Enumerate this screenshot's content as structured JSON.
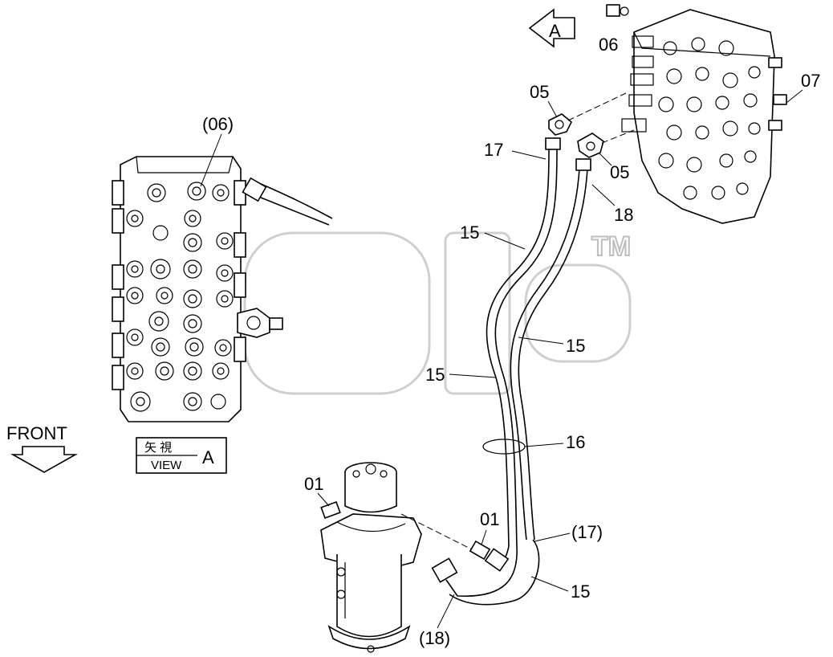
{
  "watermark": {
    "trademark": "TM"
  },
  "view_arrow": {
    "letter": "A"
  },
  "front_indicator": {
    "label": "FRONT"
  },
  "view_box": {
    "kanji": "矢 視",
    "view_label": "VIEW",
    "letter": "A"
  },
  "callouts": {
    "left_06": "(06)",
    "top_06": "06",
    "c07": "07",
    "c05_upper": "05",
    "c05_lower": "05",
    "c17": "17",
    "c18": "18",
    "c15_a": "15",
    "c15_b": "15",
    "c15_c": "15",
    "c15_d": "15",
    "c16": "16",
    "c01_left": "01",
    "c01_right": "01",
    "c17_paren": "(17)",
    "c18_paren": "(18)"
  }
}
